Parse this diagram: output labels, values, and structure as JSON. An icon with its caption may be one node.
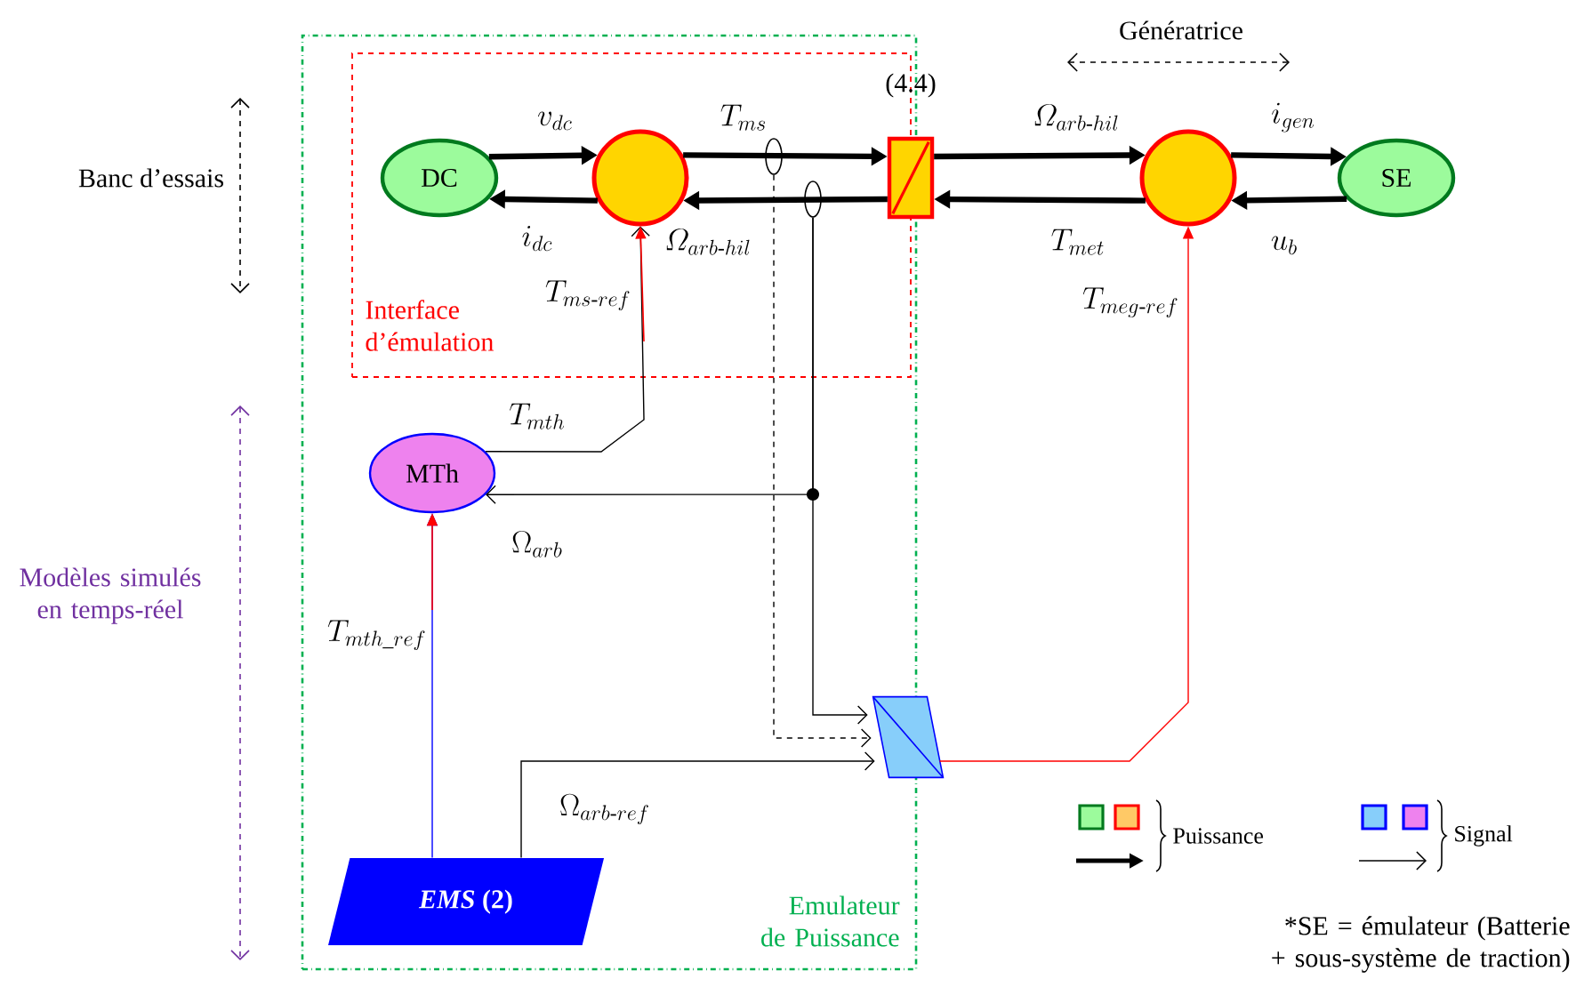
{
  "diagram": {
    "nodes": [
      {
        "text": [
          "Emulateur de Puissance"
        ]
      },
      {
        "text": [
          "Interface d’émulation"
        ],
        "in": 0
      },
      {
        "text": [
          "DC"
        ],
        "in": 1
      },
      {
        "text": [],
        "shape": "circle",
        "in": 1
      },
      {
        "text": [],
        "shape": "circle",
        "in": 1
      },
      {
        "text": [],
        "shape": "circle",
        "in": 1
      },
      {
        "text": [],
        "shape": "box",
        "beside": [
          "(4.4)"
        ]
      },
      {
        "text": [],
        "shape": "circle"
      },
      {
        "text": [
          "SE"
        ]
      },
      {
        "text": [
          "MTh"
        ],
        "in": 0
      },
      {
        "text": [],
        "shape": "box"
      },
      {
        "text": [
          "*EMS* (2)"
        ],
        "in": 0
      }
    ],
    "edges": [
      {
        "from": 2,
        "to": 3,
        "arrow": "to",
        "label": "v_{dc}"
      },
      {
        "from": 3,
        "to": 2,
        "arrow": "to",
        "label": "i_{dc}"
      },
      {
        "from": 3,
        "to": 6,
        "arrow": "to",
        "label": "T_{ms}"
      },
      {
        "from": 6,
        "to": 3,
        "arrow": "to",
        "label": "\\varOmega_{arb\\text{-}hil}"
      },
      {
        "from": 6,
        "to": 7,
        "arrow": "to",
        "label": "\\varOmega_{arb\\text{-}hil}"
      },
      {
        "from": 7,
        "to": 6,
        "arrow": "to",
        "label": "T_{met}"
      },
      {
        "from": 7,
        "to": 8,
        "arrow": "to",
        "label": "i_{gen}"
      },
      {
        "from": 8,
        "to": 7,
        "arrow": "to",
        "label": "u_{b}"
      },
      {
        "from": 9,
        "to": 3,
        "arrow": "to",
        "label": "T_{mth}"
      },
      {
        "from": 5,
        "to": 9,
        "arrow": "to",
        "label": "\\Omega_{arb}"
      },
      {
        "from": 5,
        "to": 10,
        "arrow": "to"
      },
      {
        "from": 4,
        "to": 10,
        "arrow": "to",
        "style": "dashed"
      },
      {
        "from": 11,
        "to": 9,
        "arrow": "to",
        "color": "#0000ff",
        "label": "T_{mth\\_ref}"
      },
      {
        "from": 11,
        "to": 10,
        "arrow": "to",
        "label": "\\Omega_{arb\\text{-}ref}"
      },
      {
        "from": 10,
        "to": 7,
        "arrow": "to",
        "color": "#ff0000",
        "label": "T_{meg\\text{-}ref}"
      }
    ],
    "labels": [
      "Génératrice",
      "Banc d’essais",
      "T_{ms\\text{-}ref}",
      "Modèles simulés en temps-réel",
      "*SE = émulateur (Batterie + sous-système de traction)"
    ],
    "legend": [
      {
        "text": "Puissance"
      },
      {
        "text": "Signal"
      }
    ]
  }
}
